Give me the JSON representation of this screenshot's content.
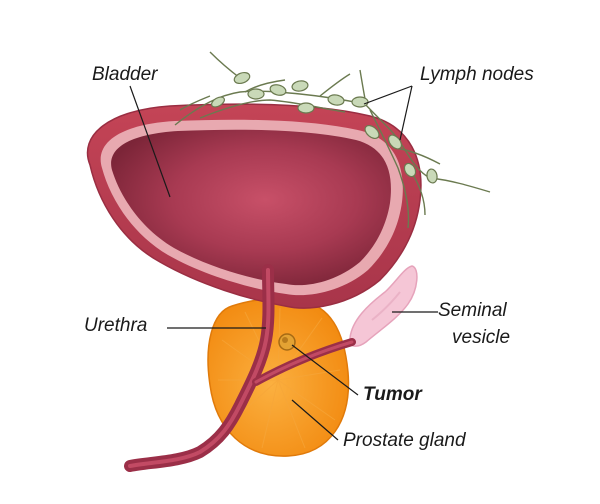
{
  "labels": {
    "bladder": "Bladder",
    "lymph_nodes": "Lymph nodes",
    "seminal_vesicle_line1": "Seminal",
    "seminal_vesicle_line2": "vesicle",
    "urethra": "Urethra",
    "tumor": "Tumor",
    "prostate_gland": "Prostate gland"
  },
  "colors": {
    "bladder_wall": "#b8404f",
    "bladder_wall_inner": "#e8a9b0",
    "bladder_lumen": "#8c2a3c",
    "bladder_lumen_highlight": "#c85068",
    "prostate": "#f79a1e",
    "prostate_inner": "#fbb040",
    "urethra": "#9b2f48",
    "seminal_vesicle": "#f5c6d6",
    "lymph_node": "#c9d9b8",
    "lymph_vessel": "#6b7a50",
    "tumor": "#e3a233",
    "leader_line": "#1a1a1a"
  },
  "icons": {
    "bladder": "bladder-organ",
    "prostate": "prostate-organ",
    "urethra": "urethra-tube",
    "seminal_vesicle": "seminal-vesicle-organ",
    "lymph_nodes": "lymph-node-cluster",
    "tumor": "tumor-mass"
  }
}
